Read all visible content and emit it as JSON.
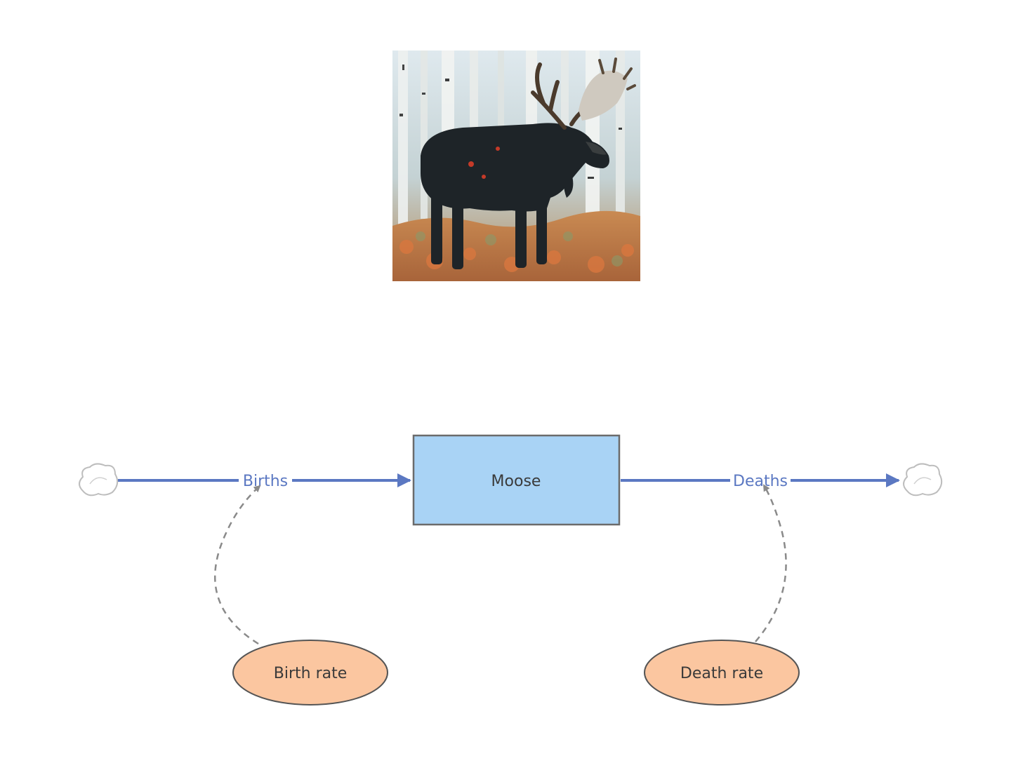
{
  "photo": {
    "subject": "moose-photo"
  },
  "stock": {
    "label": "Moose",
    "fill": "#a9d3f5",
    "stroke": "#6b6b6b"
  },
  "flows": {
    "inflow": {
      "label": "Births"
    },
    "outflow": {
      "label": "Deaths"
    },
    "color": "#5b78c2"
  },
  "variables": {
    "birth_rate": {
      "label": "Birth rate"
    },
    "death_rate": {
      "label": "Death rate"
    },
    "fill": "#fbc6a0",
    "stroke": "#555555"
  },
  "links": {
    "style": "dashed",
    "color": "#8a8a8a"
  },
  "clouds": {
    "source": "cloud-icon",
    "sink": "cloud-icon"
  }
}
